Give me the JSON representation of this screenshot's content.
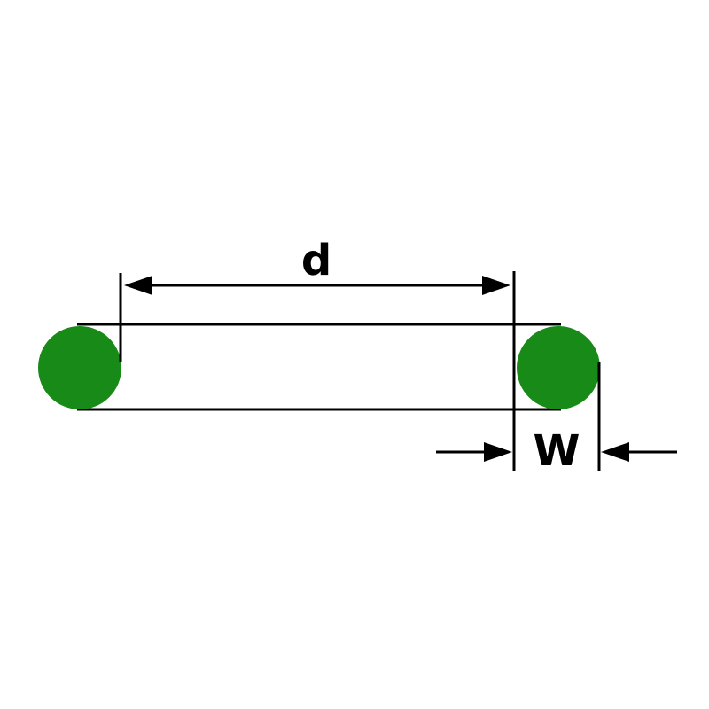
{
  "diagram": {
    "kind": "o-ring-dimension-diagram",
    "labels": {
      "inner_diameter": "d",
      "cross_section_width": "W"
    },
    "colors": {
      "oring_green": "#188a18",
      "line_black": "#000000",
      "background": "#ffffff"
    }
  }
}
